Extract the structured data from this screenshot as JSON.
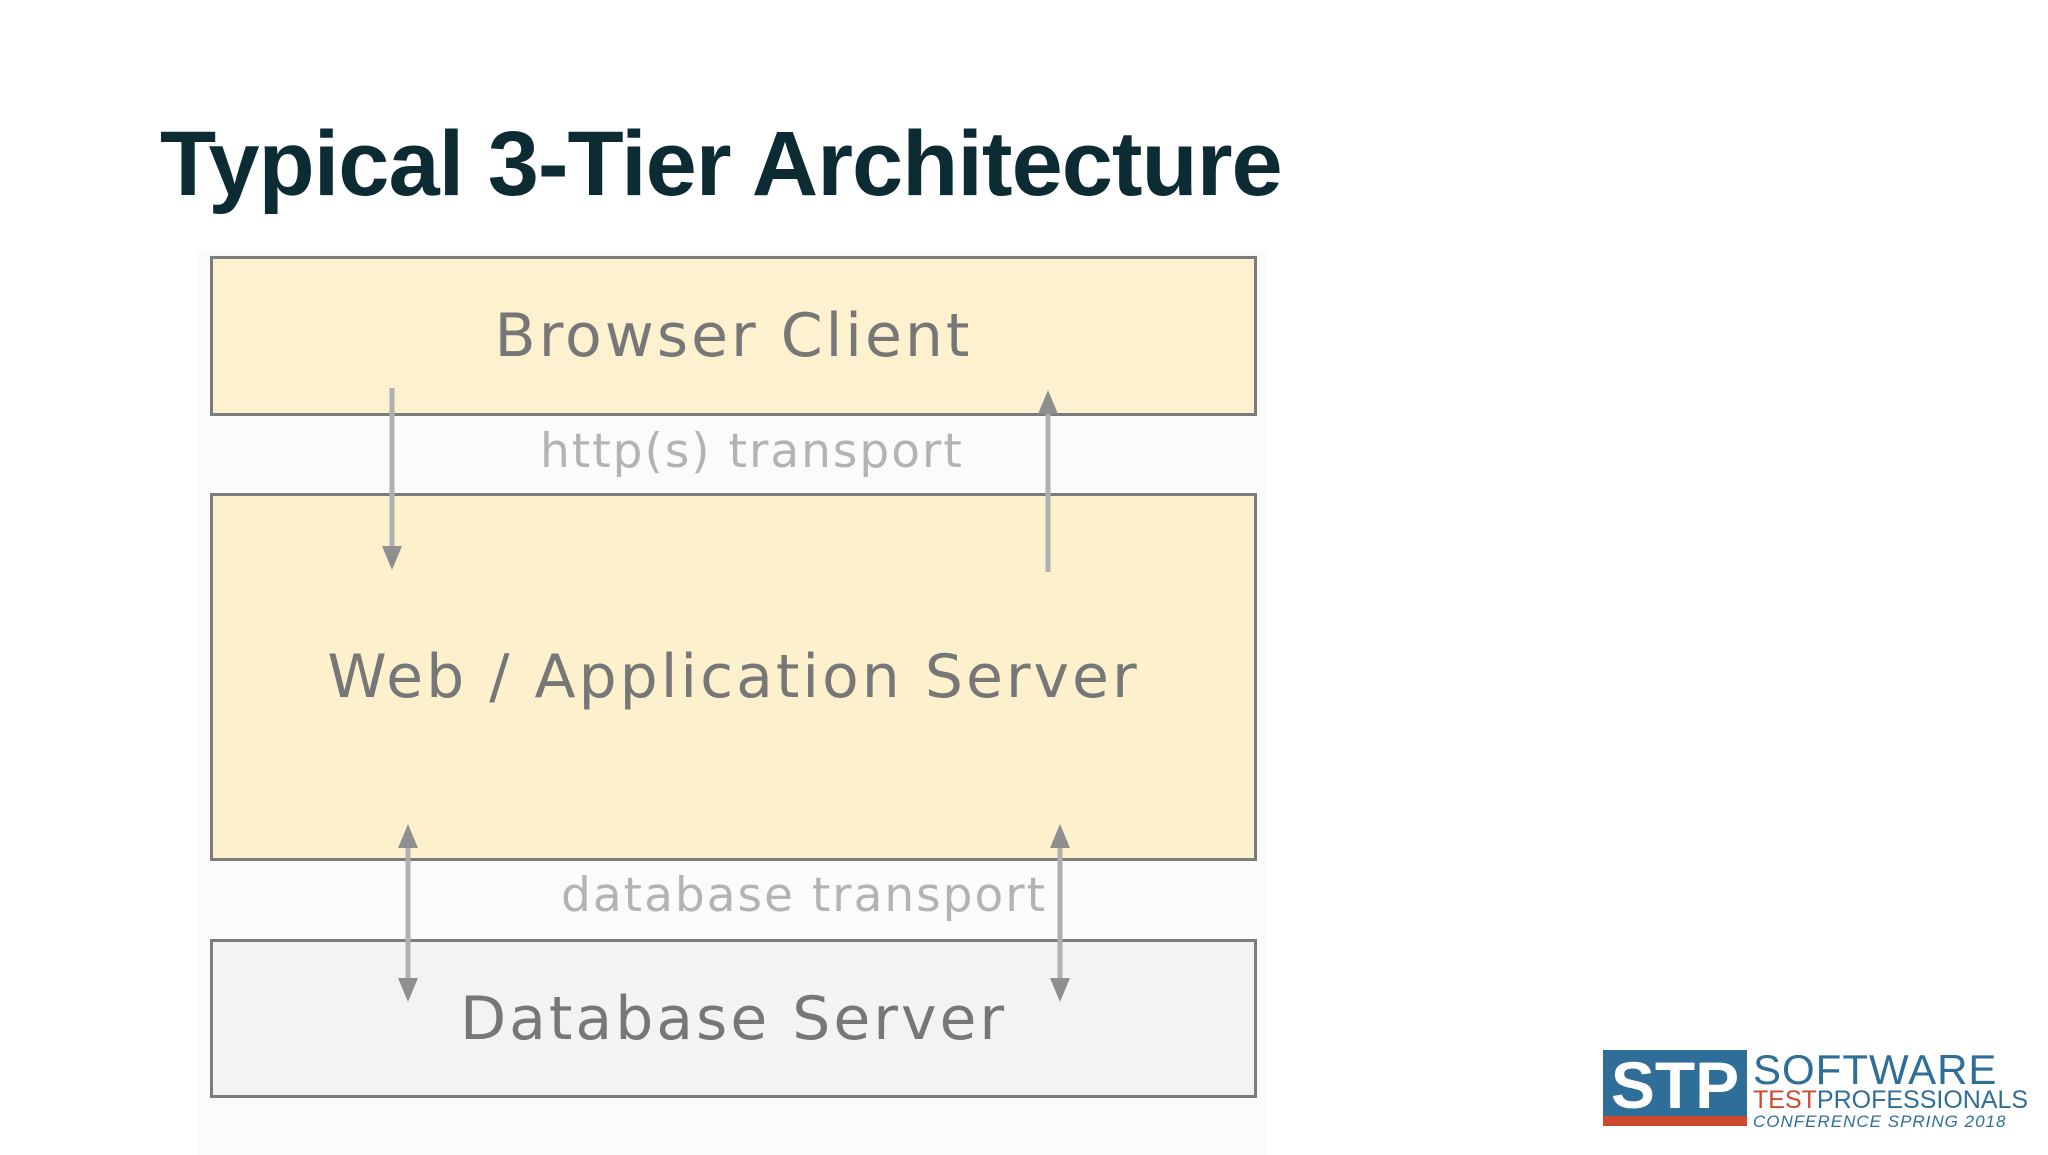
{
  "slide": {
    "title": "Typical 3-Tier Architecture"
  },
  "diagram": {
    "tiers": [
      {
        "label": "Browser Client",
        "color": "#fdf1d0"
      },
      {
        "label": "Web / Application Server",
        "color": "#fdf0cc"
      },
      {
        "label": "Database Server",
        "color": "#f3f3f3"
      }
    ],
    "connections": [
      {
        "label": "http(s) transport"
      },
      {
        "label": "database transport"
      }
    ],
    "border_color": "#7c7c7c",
    "arrow_color": "#b0b0b0"
  },
  "logo": {
    "mark": "STP",
    "line1": "SOFTWARE",
    "line2_accent": "TEST",
    "line2_rest": "PROFESSIONALS",
    "line3": "CONFERENCE SPRING 2018",
    "colors": {
      "blue": "#2e6e98",
      "red": "#d0492e"
    }
  }
}
